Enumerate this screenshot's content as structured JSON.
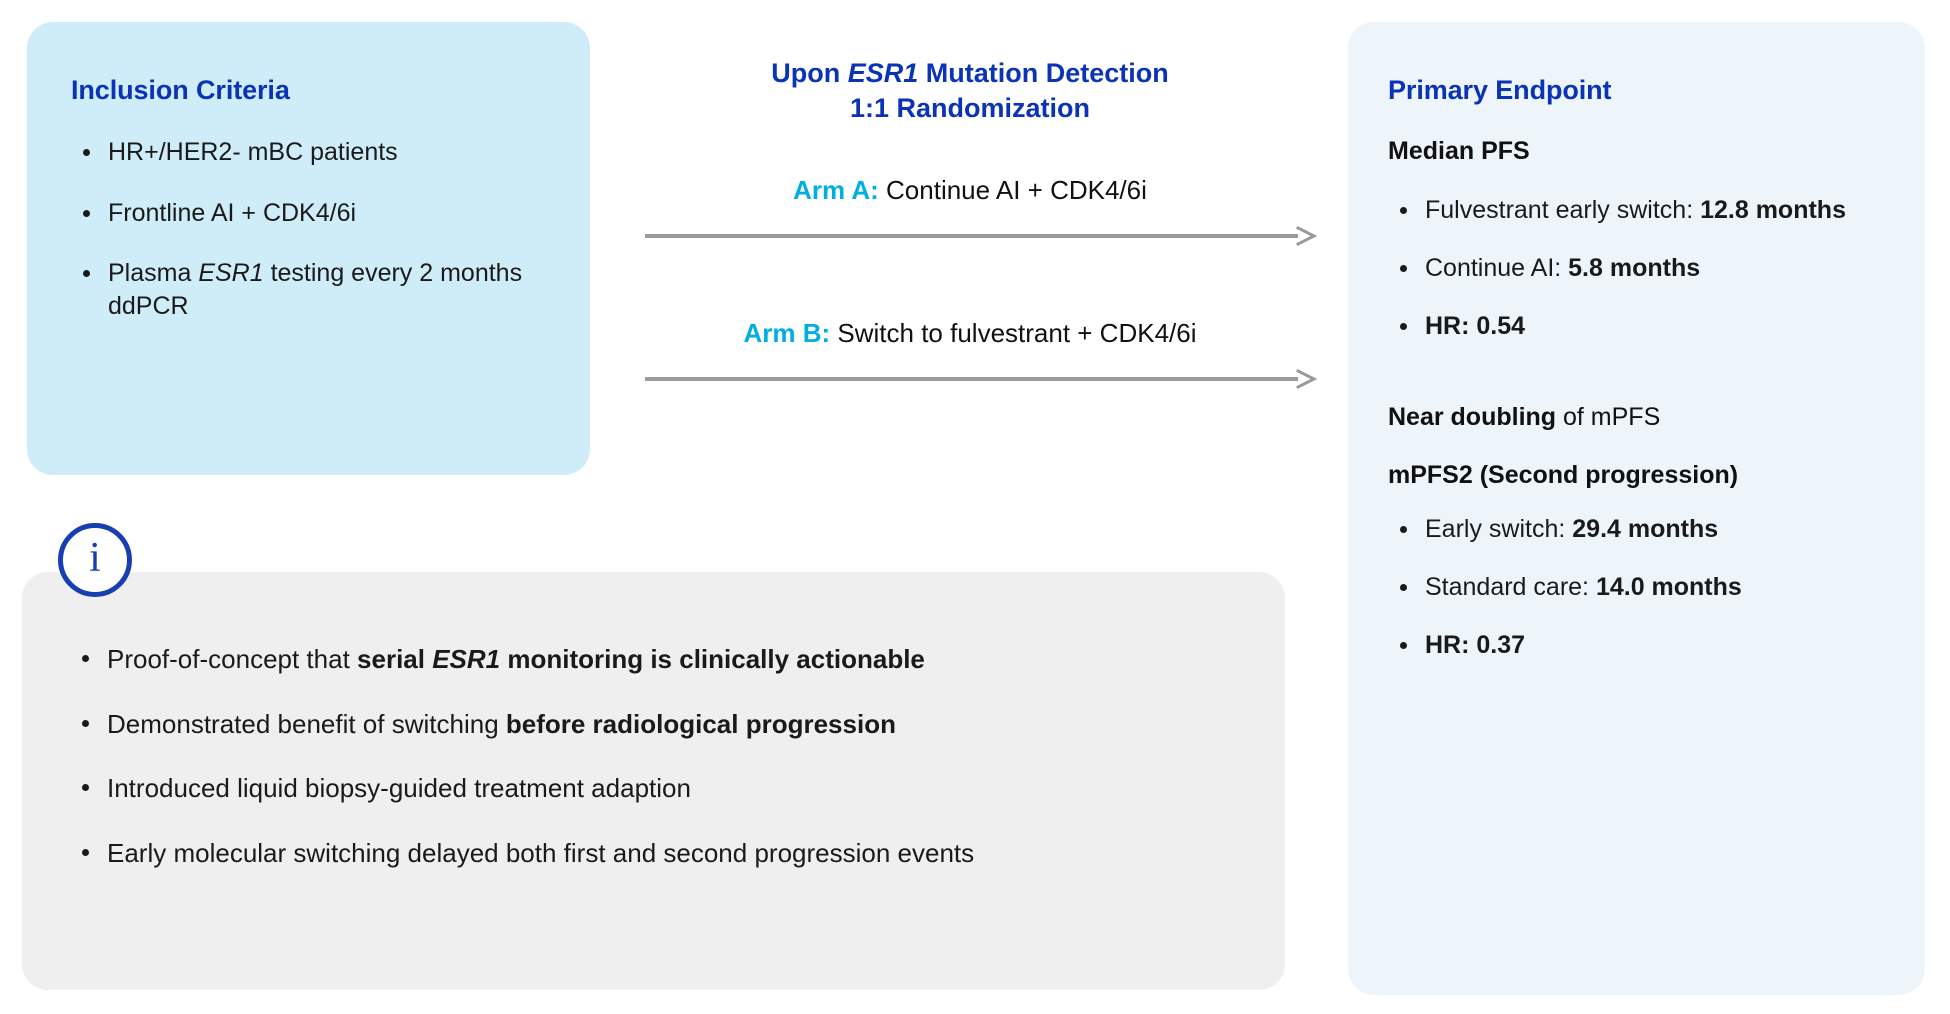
{
  "colors": {
    "heading_blue": "#0B33B5",
    "arm_cyan": "#00AEE2",
    "inclusion_panel_bg": "#CFEDF8",
    "endpoint_panel_bg": "#EEF5FA",
    "takeaways_panel_bg": "#EFEFEF",
    "arrow_gray": "#9A9A9A",
    "info_icon_blue": "#173FB0",
    "body_text": "#1a1a1a"
  },
  "inclusion": {
    "heading": "Inclusion Criteria",
    "items": [
      {
        "plain": "HR+/HER2- mBC patients"
      },
      {
        "plain": "Frontline AI + CDK4/6i"
      },
      {
        "pre": "Plasma ",
        "italic": "ESR1",
        "post": " testing every 2 months ddPCR"
      }
    ]
  },
  "randomization": {
    "title_line1_pre": "Upon ",
    "title_line1_italic": "ESR1",
    "title_line1_post": " Mutation Detection",
    "title_line2": "1:1 Randomization",
    "arms": [
      {
        "tag": "Arm A:",
        "text": " Continue AI + CDK4/6i",
        "arrow": "arrow-right-icon"
      },
      {
        "tag": "Arm B:",
        "text": " Switch to fulvestrant + CDK4/6i",
        "arrow": "arrow-right-icon"
      }
    ]
  },
  "endpoint": {
    "heading": "Primary Endpoint",
    "median_pfs_heading": "Median PFS",
    "median_pfs_items": [
      {
        "plain": "Fulvestrant early switch: ",
        "bold": "12.8 months"
      },
      {
        "plain": "Continue AI: ",
        "bold": "5.8 months"
      },
      {
        "plain": "",
        "bold": "HR: 0.54"
      }
    ],
    "near_doubling_bold": "Near doubling",
    "near_doubling_rest": " of mPFS",
    "mpfs2_heading": "mPFS2 (Second progression)",
    "mpfs2_items": [
      {
        "plain": "Early switch: ",
        "bold": "29.4 months"
      },
      {
        "plain": "Standard care: ",
        "bold": "14.0 months"
      },
      {
        "plain": "",
        "bold": "HR: 0.37"
      }
    ]
  },
  "takeaways": {
    "icon": "info-circle-icon",
    "icon_glyph": "i",
    "items": [
      {
        "pre": "Proof-of-concept that ",
        "bold_pre": "serial ",
        "bold_italic": "ESR1",
        "bold_post": " monitoring is clinically actionable",
        "post": ""
      },
      {
        "pre": "Demonstrated benefit of switching ",
        "bold_pre": "before radiological progression",
        "bold_italic": "",
        "bold_post": "",
        "post": ""
      },
      {
        "pre": "Introduced liquid biopsy-guided treatment adaption",
        "bold_pre": "",
        "bold_italic": "",
        "bold_post": "",
        "post": ""
      },
      {
        "pre": "Early molecular switching delayed both first and second progression events",
        "bold_pre": "",
        "bold_italic": "",
        "bold_post": "",
        "post": ""
      }
    ]
  }
}
